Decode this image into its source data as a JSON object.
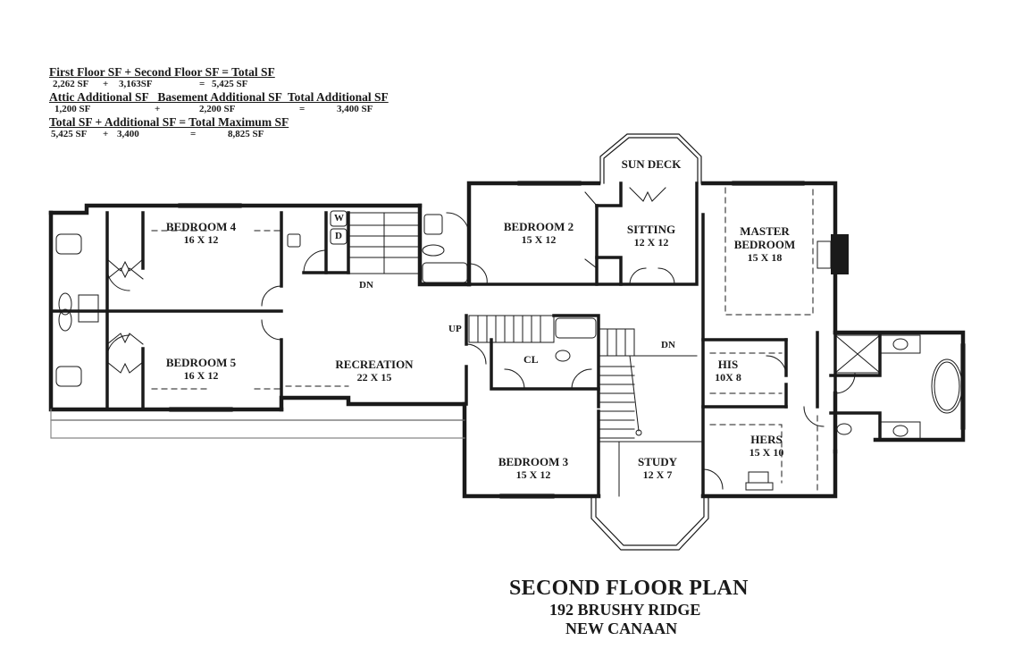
{
  "sf_summary": {
    "row1_header": "First Floor SF + Second Floor SF = Total SF",
    "row1_values": {
      "first": "2,262 SF",
      "plus": "+",
      "second": "3,163SF",
      "equals": "=",
      "total": "5,425 SF"
    },
    "row2_header": "Attic Additional SF   Basement Additional SF  Total Additional SF",
    "row2_values": {
      "attic": "1,200 SF",
      "plus": "+",
      "basement": "2,200 SF",
      "equals": "=",
      "total": "3,400 SF"
    },
    "row3_header": "Total SF + Additional SF = Total Maximum SF",
    "row3_values": {
      "total": "5,425 SF",
      "plus": "+",
      "additional": "3,400",
      "equals": "=",
      "max": "8,825 SF"
    }
  },
  "rooms": {
    "bedroom4": {
      "name": "BEDROOM 4",
      "dim": "16 X 12"
    },
    "bedroom5": {
      "name": "BEDROOM 5",
      "dim": "16 X 12"
    },
    "recreation": {
      "name": "RECREATION",
      "dim": "22 X 15"
    },
    "bedroom2": {
      "name": "BEDROOM 2",
      "dim": "15 X 12"
    },
    "sitting": {
      "name": "SITTING",
      "dim": "12 X 12"
    },
    "master": {
      "name_line1": "MASTER",
      "name_line2": "BEDROOM",
      "dim": "15 X 18"
    },
    "sundeck": {
      "name": "SUN DECK"
    },
    "bedroom3": {
      "name": "BEDROOM 3",
      "dim": "15 X 12"
    },
    "study": {
      "name": "STUDY",
      "dim": "12 X 7"
    },
    "his": {
      "name": "HIS",
      "dim": "10X 8"
    },
    "hers": {
      "name": "HERS",
      "dim": "15 X 10"
    },
    "closet": {
      "name": "CL"
    }
  },
  "markers": {
    "washer": "W",
    "dryer": "D",
    "stair_dn_1": "DN",
    "stair_up": "UP",
    "stair_dn_2": "DN"
  },
  "title_block": {
    "title": "SECOND FLOOR PLAN",
    "address": "192 BRUSHY RIDGE",
    "town": "NEW CANAAN"
  }
}
